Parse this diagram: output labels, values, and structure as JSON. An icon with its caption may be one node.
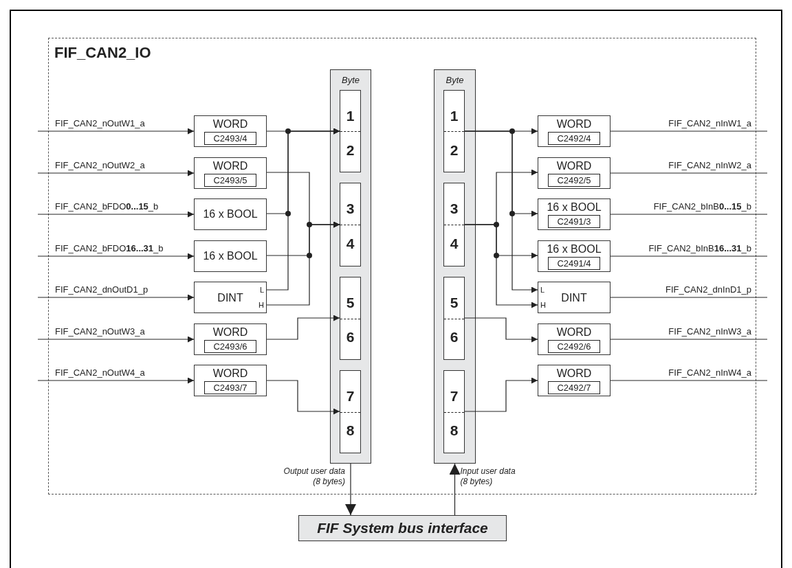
{
  "diagram": {
    "nodes": [
      {
        "text": [
          "FIF_CAN2_IO"
        ]
      },
      {
        "text": [
          "Byte"
        ],
        "in": 0
      },
      {
        "text": [
          "1",
          "2"
        ],
        "in": 1
      },
      {
        "text": [
          "3",
          "4"
        ],
        "in": 1
      },
      {
        "text": [
          "5",
          "6"
        ],
        "in": 1
      },
      {
        "text": [
          "7",
          "8"
        ],
        "in": 1
      },
      {
        "text": [
          "Byte"
        ],
        "in": 0
      },
      {
        "text": [
          "1",
          "2"
        ],
        "in": 6
      },
      {
        "text": [
          "3",
          "4"
        ],
        "in": 6
      },
      {
        "text": [
          "5",
          "6"
        ],
        "in": 6
      },
      {
        "text": [
          "7",
          "8"
        ],
        "in": 6
      },
      {
        "text": [
          "WORD",
          "C2493/4"
        ],
        "in": 0
      },
      {
        "text": [
          "WORD",
          "C2493/5"
        ],
        "in": 0
      },
      {
        "text": [
          "16 x BOOL"
        ],
        "in": 0
      },
      {
        "text": [
          "16 x BOOL"
        ],
        "in": 0
      },
      {
        "text": [
          "DINT",
          "L",
          "H"
        ],
        "in": 0
      },
      {
        "text": [
          "WORD",
          "C2493/6"
        ],
        "in": 0
      },
      {
        "text": [
          "WORD",
          "C2493/7"
        ],
        "in": 0
      },
      {
        "text": [
          "WORD",
          "C2492/4"
        ],
        "in": 0
      },
      {
        "text": [
          "WORD",
          "C2492/5"
        ],
        "in": 0
      },
      {
        "text": [
          "16 x BOOL",
          "C2491/3"
        ],
        "in": 0
      },
      {
        "text": [
          "16 x BOOL",
          "C2491/4"
        ],
        "in": 0
      },
      {
        "text": [
          "DINT",
          "L",
          "H"
        ],
        "in": 0
      },
      {
        "text": [
          "WORD",
          "C2492/6"
        ],
        "in": 0
      },
      {
        "text": [
          "WORD",
          "C2492/7"
        ],
        "in": 0
      },
      {
        "text": [
          "FIF System bus interface"
        ]
      }
    ],
    "edges": [
      {
        "from": null,
        "to": 11,
        "arrow": "to",
        "label": "FIF_CAN2_nOutW1_a"
      },
      {
        "from": null,
        "to": 12,
        "arrow": "to",
        "label": "FIF_CAN2_nOutW2_a"
      },
      {
        "from": null,
        "to": 13,
        "arrow": "to",
        "label": "FIF_CAN2_bFDO**0...15**_b"
      },
      {
        "from": null,
        "to": 14,
        "arrow": "to",
        "label": "FIF_CAN2_bFDO**16...31**_b"
      },
      {
        "from": null,
        "to": 15,
        "arrow": "to",
        "label": "FIF_CAN2_dnOutD1_p"
      },
      {
        "from": null,
        "to": 16,
        "arrow": "to",
        "label": "FIF_CAN2_nOutW3_a"
      },
      {
        "from": null,
        "to": 17,
        "arrow": "to",
        "label": "FIF_CAN2_nOutW4_a"
      },
      {
        "from": 18,
        "to": null,
        "arrow": "none",
        "label": "FIF_CAN2_nInW1_a"
      },
      {
        "from": 19,
        "to": null,
        "arrow": "none",
        "label": "FIF_CAN2_nInW2_a"
      },
      {
        "from": 20,
        "to": null,
        "arrow": "none",
        "label": "FIF_CAN2_bInB**0...15**_b"
      },
      {
        "from": 21,
        "to": null,
        "arrow": "none",
        "label": "FIF_CAN2_bInB**16...31**_b"
      },
      {
        "from": 22,
        "to": null,
        "arrow": "none",
        "label": "FIF_CAN2_dnInD1_p"
      },
      {
        "from": 23,
        "to": null,
        "arrow": "none",
        "label": "FIF_CAN2_nInW3_a"
      },
      {
        "from": 24,
        "to": null,
        "arrow": "none",
        "label": "FIF_CAN2_nInW4_a"
      },
      {
        "from": 11,
        "to": 2,
        "arrow": "to"
      },
      {
        "from": 13,
        "to": 2,
        "arrow": "to"
      },
      {
        "from": 15,
        "to": 2,
        "arrow": "to"
      },
      {
        "from": 12,
        "to": 3,
        "arrow": "to"
      },
      {
        "from": 14,
        "to": 3,
        "arrow": "to"
      },
      {
        "from": 15,
        "to": 3,
        "arrow": "to"
      },
      {
        "from": 16,
        "to": 4,
        "arrow": "to"
      },
      {
        "from": 17,
        "to": 5,
        "arrow": "to"
      },
      {
        "from": 7,
        "to": 18,
        "arrow": "to"
      },
      {
        "from": 7,
        "to": 20,
        "arrow": "to"
      },
      {
        "from": 7,
        "to": 22,
        "arrow": "to"
      },
      {
        "from": 8,
        "to": 19,
        "arrow": "to"
      },
      {
        "from": 8,
        "to": 21,
        "arrow": "to"
      },
      {
        "from": 8,
        "to": 22,
        "arrow": "to"
      },
      {
        "from": 9,
        "to": 23,
        "arrow": "to"
      },
      {
        "from": 10,
        "to": 24,
        "arrow": "to"
      },
      {
        "from": 1,
        "to": 25,
        "arrow": "to",
        "label": "Output user data (8 bytes)"
      },
      {
        "from": 25,
        "to": 6,
        "arrow": "to",
        "label": "Input user data (8 bytes)"
      }
    ]
  }
}
